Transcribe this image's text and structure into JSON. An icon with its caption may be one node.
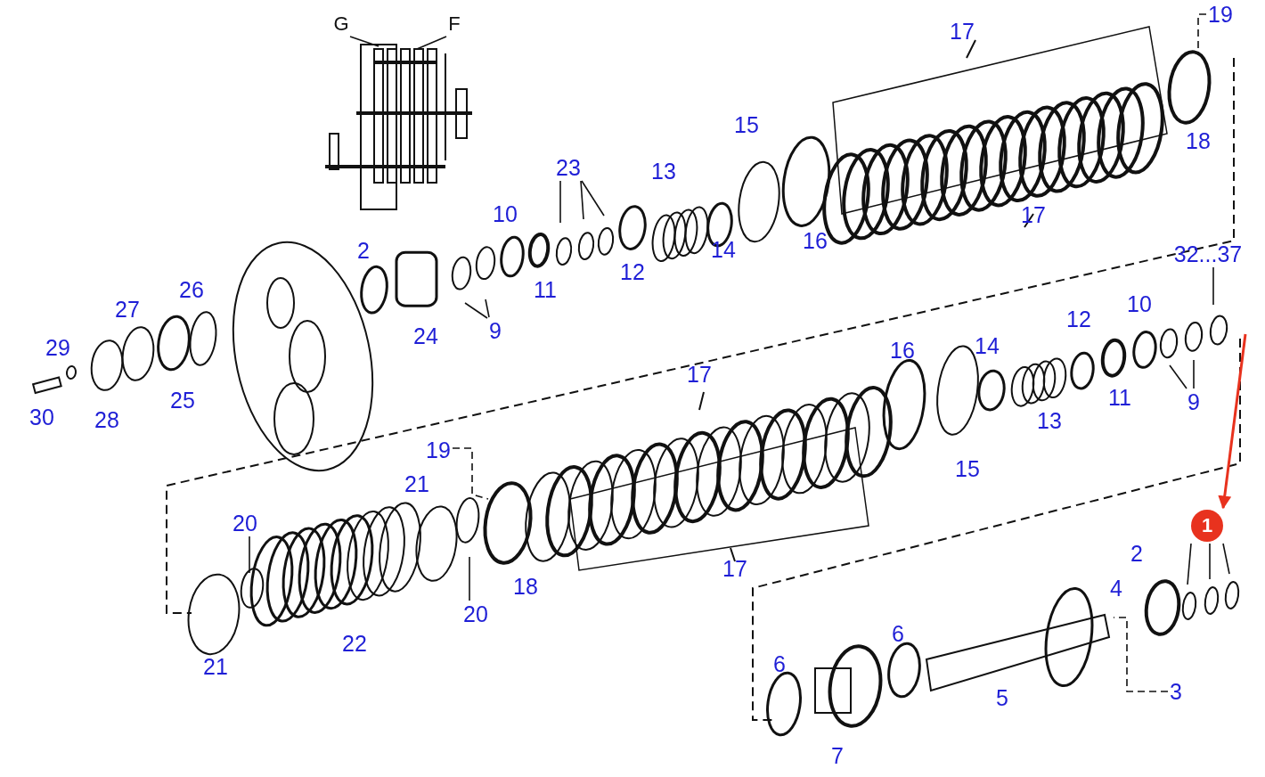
{
  "diagram": {
    "nodes": [
      {
        "text": [
          "19"
        ]
      },
      {
        "text": [
          "G"
        ]
      },
      {
        "text": [
          "F"
        ]
      },
      {
        "text": [
          "23"
        ]
      },
      {
        "text": [
          "32...37"
        ]
      },
      {
        "text": [
          "9"
        ]
      },
      {
        "text": [
          "9"
        ]
      },
      {
        "text": [
          "19"
        ]
      },
      {
        "text": [
          "20"
        ]
      },
      {
        "text": [
          "1"
        ]
      },
      {
        "text": [
          "20"
        ]
      },
      {
        "text": [
          "3"
        ]
      }
    ],
    "edges": [
      {
        "from": 0,
        "to": null,
        "arrow": "none",
        "style": "dashed"
      },
      {
        "from": 1,
        "to": null,
        "arrow": "none"
      },
      {
        "from": 2,
        "to": null,
        "arrow": "none"
      },
      {
        "from": 3,
        "to": null,
        "arrow": "none"
      },
      {
        "from": 3,
        "to": null,
        "arrow": "none"
      },
      {
        "from": 3,
        "to": null,
        "arrow": "none"
      },
      {
        "from": 4,
        "to": null,
        "arrow": "none"
      },
      {
        "from": 5,
        "to": null,
        "arrow": "none"
      },
      {
        "from": 5,
        "to": null,
        "arrow": "none"
      },
      {
        "from": 6,
        "to": null,
        "arrow": "none"
      },
      {
        "from": 6,
        "to": null,
        "arrow": "none"
      },
      {
        "from": 7,
        "to": null,
        "arrow": "none",
        "style": "dashed"
      },
      {
        "from": 8,
        "to": null,
        "arrow": "none"
      },
      {
        "from": null,
        "to": 9,
        "arrow": "to",
        "color": "#e8321e"
      },
      {
        "from": 9,
        "to": null,
        "arrow": "none"
      },
      {
        "from": 9,
        "to": null,
        "arrow": "none"
      },
      {
        "from": 9,
        "to": null,
        "arrow": "none"
      },
      {
        "from": 10,
        "to": null,
        "arrow": "none"
      },
      {
        "from": 11,
        "to": null,
        "arrow": "none",
        "style": "dashed"
      }
    ],
    "labels": [
      "17",
      "15",
      "18",
      "13",
      "10",
      "17",
      "16",
      "2",
      "14",
      "12",
      "26",
      "11",
      "27",
      "12",
      "10",
      "24",
      "29",
      "16",
      "14",
      "17",
      "25",
      "11",
      "30",
      "28",
      "13",
      "15",
      "21",
      "2",
      "17",
      "18",
      "4",
      "6",
      "22",
      "21",
      "6",
      "5",
      "7"
    ]
  }
}
